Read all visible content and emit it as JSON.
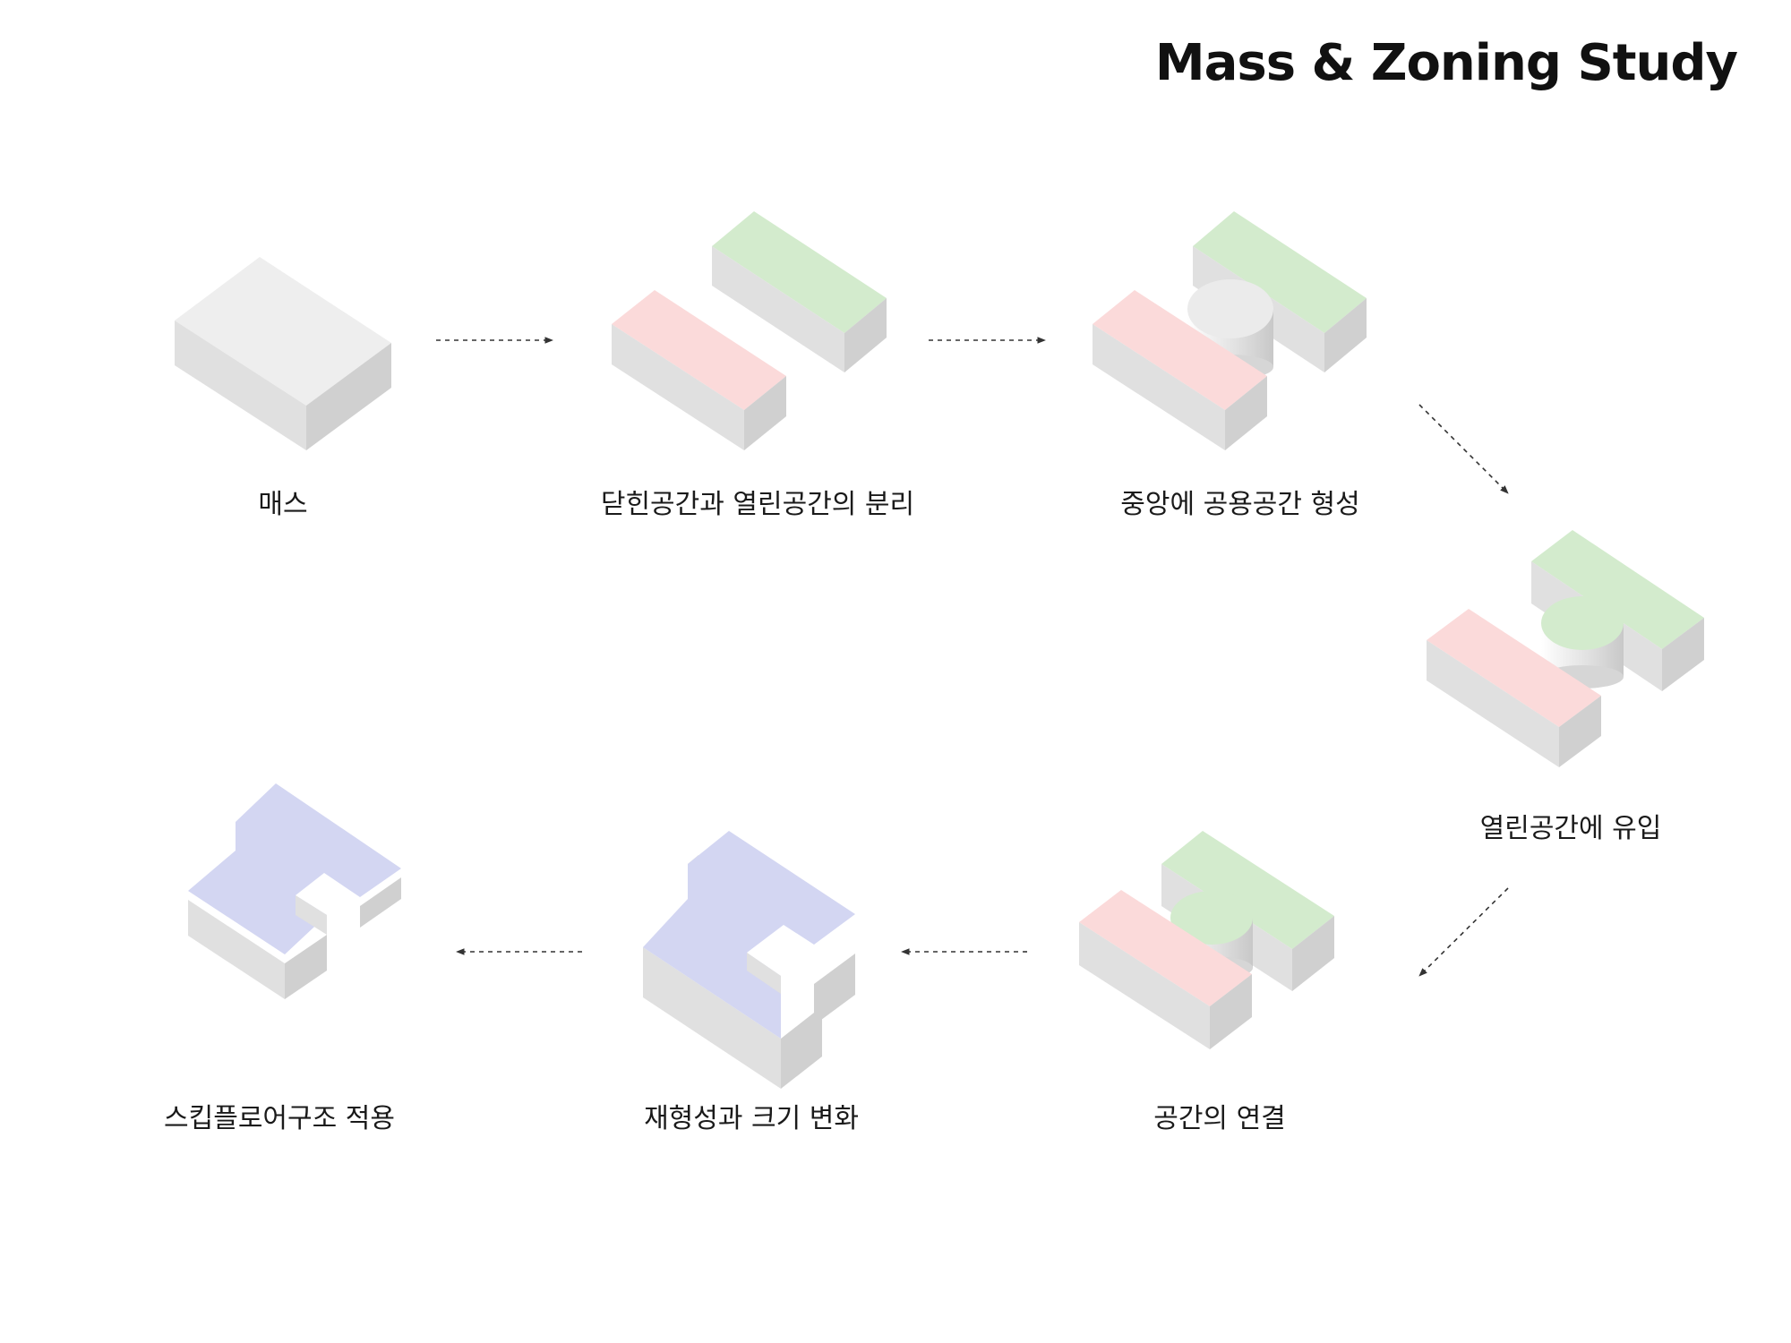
{
  "title": "Mass & Zoning Study",
  "steps": [
    {
      "label": "매스"
    },
    {
      "label": "닫힌공간과 열린공간의 분리"
    },
    {
      "label": "중앙에 공용공간 형성"
    },
    {
      "label": "열린공간에 유입"
    },
    {
      "label": "공간의 연결"
    },
    {
      "label": "재형성과 크기 변화"
    },
    {
      "label": "스킵플로어구조 적용"
    }
  ],
  "colors": {
    "mass_top": "#eeeeee",
    "side_light": "#e3e3e3",
    "side_dark": "#d2d2d2",
    "closed_zone": "#fbdada",
    "open_zone": "#d3ebcd",
    "common_zone": "#ebebeb",
    "merged_zone": "#d3d6f2",
    "arrow": "#333333"
  }
}
